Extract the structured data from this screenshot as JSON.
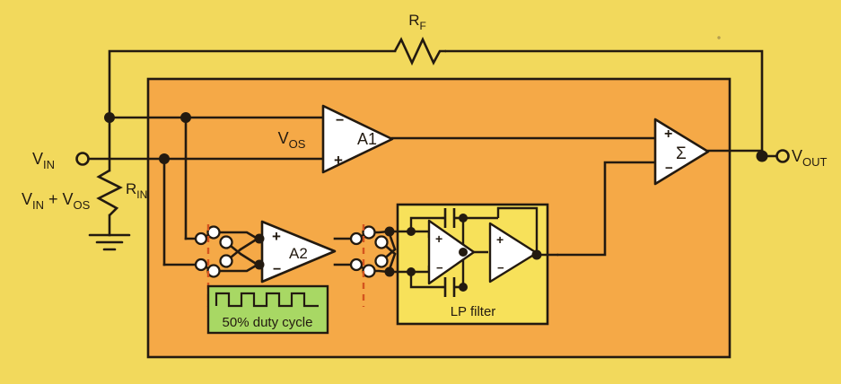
{
  "figure": {
    "type": "circuit-schematic",
    "title": "Chopper-stabilized operational amplifier block diagram",
    "colors": {
      "background": "#f2d95c",
      "device_block": "#f5a947",
      "filter_block": "#f7e15a",
      "clock_block": "#a8d864",
      "wire": "#231a10",
      "clock_dash": "#d4541e",
      "amp_fill": "#ffffff",
      "terminal_fill": "#f2d95c"
    }
  },
  "labels": {
    "rf": "R",
    "rf_sub": "F",
    "rin": "R",
    "rin_sub": "IN",
    "vin": "V",
    "vin_sub": "IN",
    "vin_offset": "V",
    "vin_offset_sub": "IN",
    "vin_offset_plus": " + V",
    "vin_offset_sub2": "OS",
    "vout": "V",
    "vout_sub": "OUT",
    "vos": "V",
    "vos_sub": "OS",
    "a1": "A1",
    "a2": "A2",
    "sum": "Σ",
    "lp_filter": "LP filter",
    "duty_cycle": "50% duty cycle",
    "plus": "+",
    "minus": "−"
  },
  "components": [
    {
      "name": "feedback-resistor",
      "label": "RF",
      "kind": "resistor"
    },
    {
      "name": "input-resistor",
      "label": "RIN",
      "kind": "resistor"
    },
    {
      "name": "ground-symbol",
      "kind": "ground"
    },
    {
      "name": "main-amplifier",
      "label": "A1",
      "kind": "amplifier",
      "inputs": [
        "minus",
        "plus"
      ]
    },
    {
      "name": "nulling-amplifier",
      "label": "A2",
      "kind": "amplifier",
      "inputs": [
        "plus",
        "minus"
      ]
    },
    {
      "name": "summing-amplifier",
      "label": "Σ",
      "kind": "amplifier",
      "inputs": [
        "plus",
        "minus"
      ]
    },
    {
      "name": "input-chopper-switch",
      "kind": "chopper-switch"
    },
    {
      "name": "output-chopper-switch",
      "kind": "chopper-switch"
    },
    {
      "name": "lowpass-filter-block",
      "label": "LP filter",
      "kind": "block"
    },
    {
      "name": "clock-generator-block",
      "label": "50% duty cycle",
      "kind": "block"
    },
    {
      "name": "vin-terminal",
      "label": "VIN",
      "kind": "terminal"
    },
    {
      "name": "vout-terminal",
      "label": "VOUT",
      "kind": "terminal"
    }
  ],
  "waveform": {
    "name": "square-wave",
    "description": "50% duty cycle square wave",
    "cycles": 3.5
  }
}
